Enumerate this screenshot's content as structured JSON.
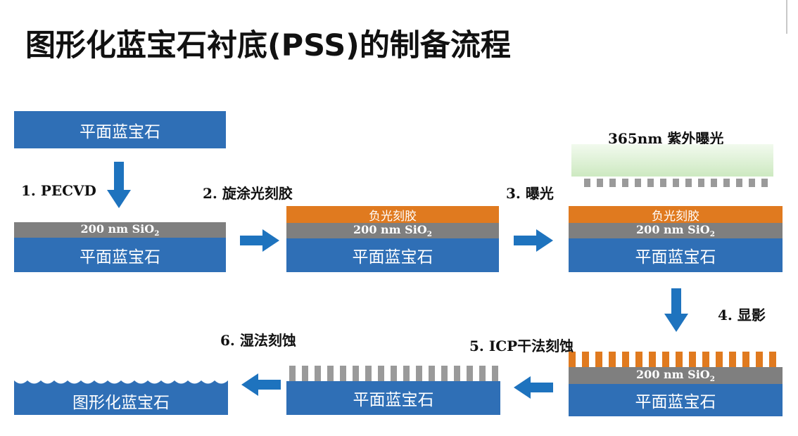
{
  "title": "图形化蓝宝石衬底(PSS)的制备流程",
  "materials": {
    "sapphire": "平面蓝宝石",
    "patterned_sapphire": "图形化蓝宝石",
    "sio2_prefix": "200 nm SiO",
    "sio2_sub": "2",
    "photoresist": "负光刻胶"
  },
  "uv_label": "365nm 紫外曝光",
  "steps": {
    "s1": "1. PECVD",
    "s2": "2. 旋涂光刻胶",
    "s3": "3. 曝光",
    "s4": "4. 显影",
    "s5": "5. ICP干法刻蚀",
    "s6": "6. 湿法刻蚀"
  },
  "colors": {
    "sapphire": "#2f6fb6",
    "sio2": "#7f7f7f",
    "photoresist": "#e07a1f",
    "uv_light": "#d8efcf",
    "arrow": "#1e73be"
  }
}
